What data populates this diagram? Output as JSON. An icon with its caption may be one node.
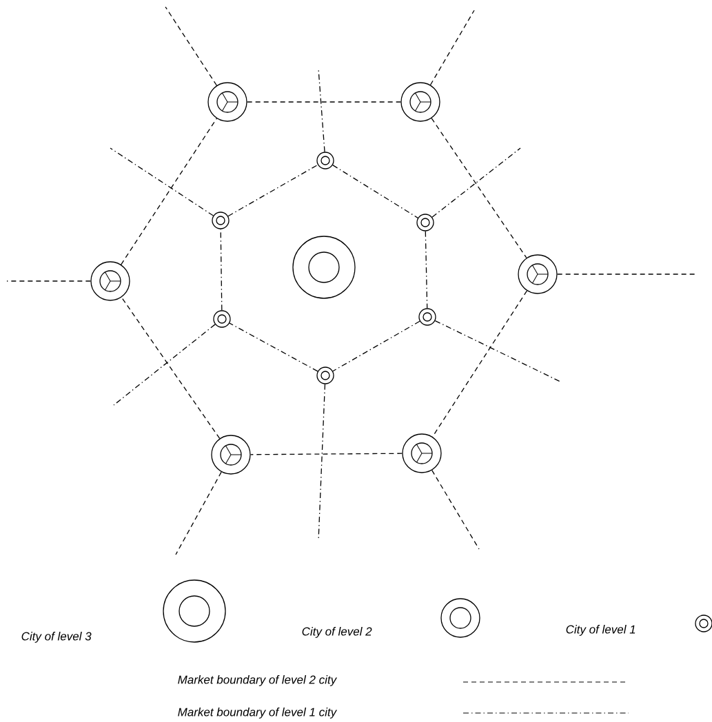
{
  "diagram": {
    "nodes": [
      {
        "text": [],
        "shape": "circle"
      },
      {
        "text": [],
        "shape": "circle"
      },
      {
        "text": [],
        "shape": "circle"
      },
      {
        "text": [],
        "shape": "circle"
      },
      {
        "text": [],
        "shape": "circle"
      },
      {
        "text": [],
        "shape": "circle"
      },
      {
        "text": [],
        "shape": "circle"
      },
      {
        "text": [],
        "shape": "circle"
      },
      {
        "text": [],
        "shape": "circle"
      },
      {
        "text": [],
        "shape": "circle"
      },
      {
        "text": [],
        "shape": "circle"
      },
      {
        "text": [],
        "shape": "circle"
      },
      {
        "text": [],
        "shape": "circle"
      }
    ],
    "edges": [
      {
        "from": 1,
        "to": 2,
        "arrow": "none",
        "style": "dashed"
      },
      {
        "from": 2,
        "to": 3,
        "arrow": "none",
        "style": "dashed"
      },
      {
        "from": 3,
        "to": 4,
        "arrow": "none",
        "style": "dashed"
      },
      {
        "from": 4,
        "to": 5,
        "arrow": "none",
        "style": "dashed"
      },
      {
        "from": 5,
        "to": 6,
        "arrow": "none",
        "style": "dashed"
      },
      {
        "from": 6,
        "to": 1,
        "arrow": "none",
        "style": "dashed"
      },
      {
        "from": 1,
        "to": null,
        "arrow": "none",
        "style": "dashed"
      },
      {
        "from": 2,
        "to": null,
        "arrow": "none",
        "style": "dashed"
      },
      {
        "from": 3,
        "to": null,
        "arrow": "none",
        "style": "dashed"
      },
      {
        "from": 4,
        "to": null,
        "arrow": "none",
        "style": "dashed"
      },
      {
        "from": 5,
        "to": null,
        "arrow": "none",
        "style": "dashed"
      },
      {
        "from": 6,
        "to": null,
        "arrow": "none",
        "style": "dashed"
      },
      {
        "from": 7,
        "to": 8,
        "arrow": "none",
        "style": "dashed"
      },
      {
        "from": 8,
        "to": 9,
        "arrow": "none",
        "style": "dashed"
      },
      {
        "from": 9,
        "to": 10,
        "arrow": "none",
        "style": "dashed"
      },
      {
        "from": 10,
        "to": 11,
        "arrow": "none",
        "style": "dashed"
      },
      {
        "from": 11,
        "to": 12,
        "arrow": "none",
        "style": "dashed"
      },
      {
        "from": 12,
        "to": 7,
        "arrow": "none",
        "style": "dashed"
      },
      {
        "from": 7,
        "to": null,
        "arrow": "none",
        "style": "dashed"
      },
      {
        "from": 8,
        "to": null,
        "arrow": "none",
        "style": "dashed"
      },
      {
        "from": 9,
        "to": null,
        "arrow": "none",
        "style": "dashed"
      },
      {
        "from": 10,
        "to": null,
        "arrow": "none",
        "style": "dashed"
      },
      {
        "from": 11,
        "to": null,
        "arrow": "none",
        "style": "dashed"
      },
      {
        "from": 12,
        "to": null,
        "arrow": "none",
        "style": "dashed"
      }
    ],
    "legend": [
      {
        "text": "City of level 3"
      },
      {
        "text": "City of level 2"
      },
      {
        "text": "City of level 1"
      },
      {
        "text": "Market boundary of level 2 city"
      },
      {
        "text": "Market boundary of level 1 city"
      }
    ]
  }
}
